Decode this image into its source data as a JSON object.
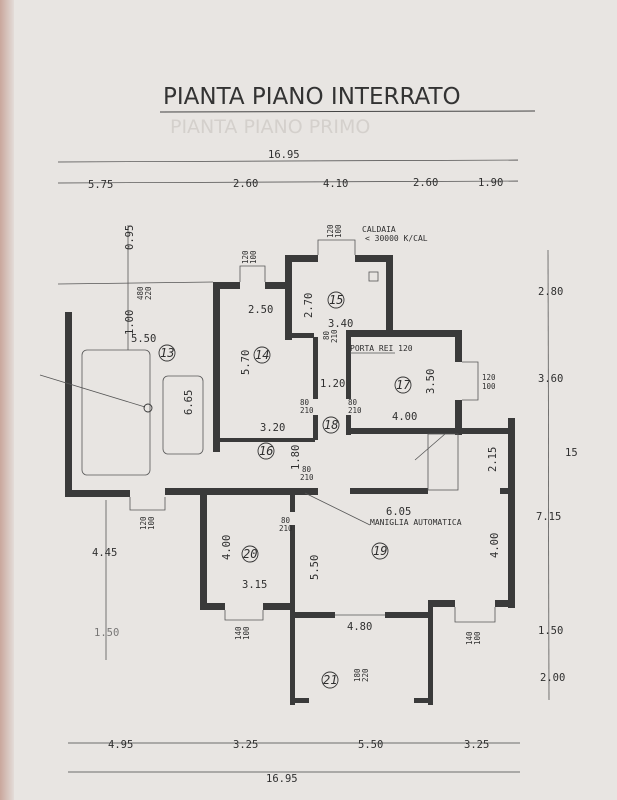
{
  "title": "PIANTA PIANO INTERRATO",
  "ghost_title": "PIANTA PIANO PRIMO",
  "top_dims": {
    "total": "16.95",
    "segments": [
      "5.75",
      "2.60",
      "4.10",
      "2.60",
      "1.90"
    ]
  },
  "bottom_dims": {
    "total": "16.95",
    "segments": [
      "4.95",
      "3.25",
      "5.50",
      "3.25"
    ]
  },
  "right_dims": [
    "2.80",
    "3.60",
    "7.15",
    "1.50",
    "2.00",
    "15"
  ],
  "left_dims": [
    "0.95",
    "1.00",
    "4.45",
    "1.50"
  ],
  "rooms": {
    "r13": {
      "num": "13",
      "dims": [
        "5.50",
        "6.65"
      ],
      "door": [
        "480",
        "220"
      ],
      "window": [
        "120",
        "100"
      ]
    },
    "r14": {
      "num": "14",
      "dims": [
        "2.50",
        "5.70",
        "3.20"
      ],
      "window": [
        "120",
        "100"
      ]
    },
    "r15": {
      "num": "15",
      "dims": [
        "2.70",
        "3.40"
      ],
      "window": [
        "120",
        "100"
      ],
      "door": [
        "80",
        "210"
      ]
    },
    "r16": {
      "num": "16",
      "dims": [
        "1.80"
      ],
      "door": [
        "80",
        "210"
      ]
    },
    "r17": {
      "num": "17",
      "dims": [
        "3.50",
        "4.00"
      ],
      "window": [
        "120",
        "100"
      ],
      "door": [
        "80",
        "210"
      ]
    },
    "r18": {
      "num": "18",
      "dims": [
        "1.20"
      ],
      "door": [
        "80",
        "210"
      ]
    },
    "r19": {
      "num": "19",
      "dims": [
        "6.05",
        "5.50",
        "4.00",
        "4.80",
        "2.15"
      ],
      "window": [
        "140",
        "100"
      ]
    },
    "r20": {
      "num": "20",
      "dims": [
        "4.00",
        "3.15"
      ],
      "door": [
        "80",
        "210"
      ],
      "window": [
        "140",
        "100"
      ]
    },
    "r21": {
      "num": "21",
      "door": [
        "180",
        "220"
      ]
    }
  },
  "notes": {
    "caldaia": "CALDAIA",
    "caldaia_power": "< 30000 K/CAL",
    "porta_rei": "PORTA REI 120",
    "maniglia": "MANIGLIA AUTOMATICA"
  }
}
